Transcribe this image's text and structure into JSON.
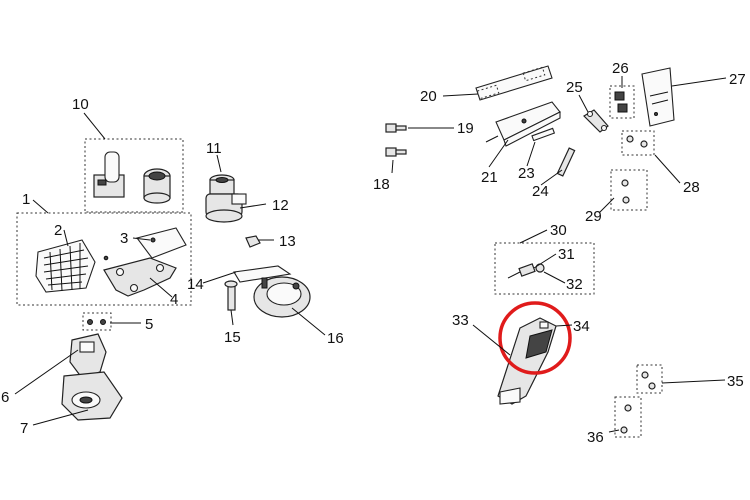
{
  "callouts": [
    "1",
    "2",
    "3",
    "4",
    "5",
    "6",
    "7",
    "10",
    "11",
    "12",
    "13",
    "14",
    "15",
    "16",
    "18",
    "19",
    "20",
    "21",
    "23",
    "24",
    "25",
    "26",
    "27",
    "28",
    "29",
    "30",
    "31",
    "32",
    "33",
    "34",
    "35",
    "36"
  ],
  "highlight_color": "#e01b1b"
}
